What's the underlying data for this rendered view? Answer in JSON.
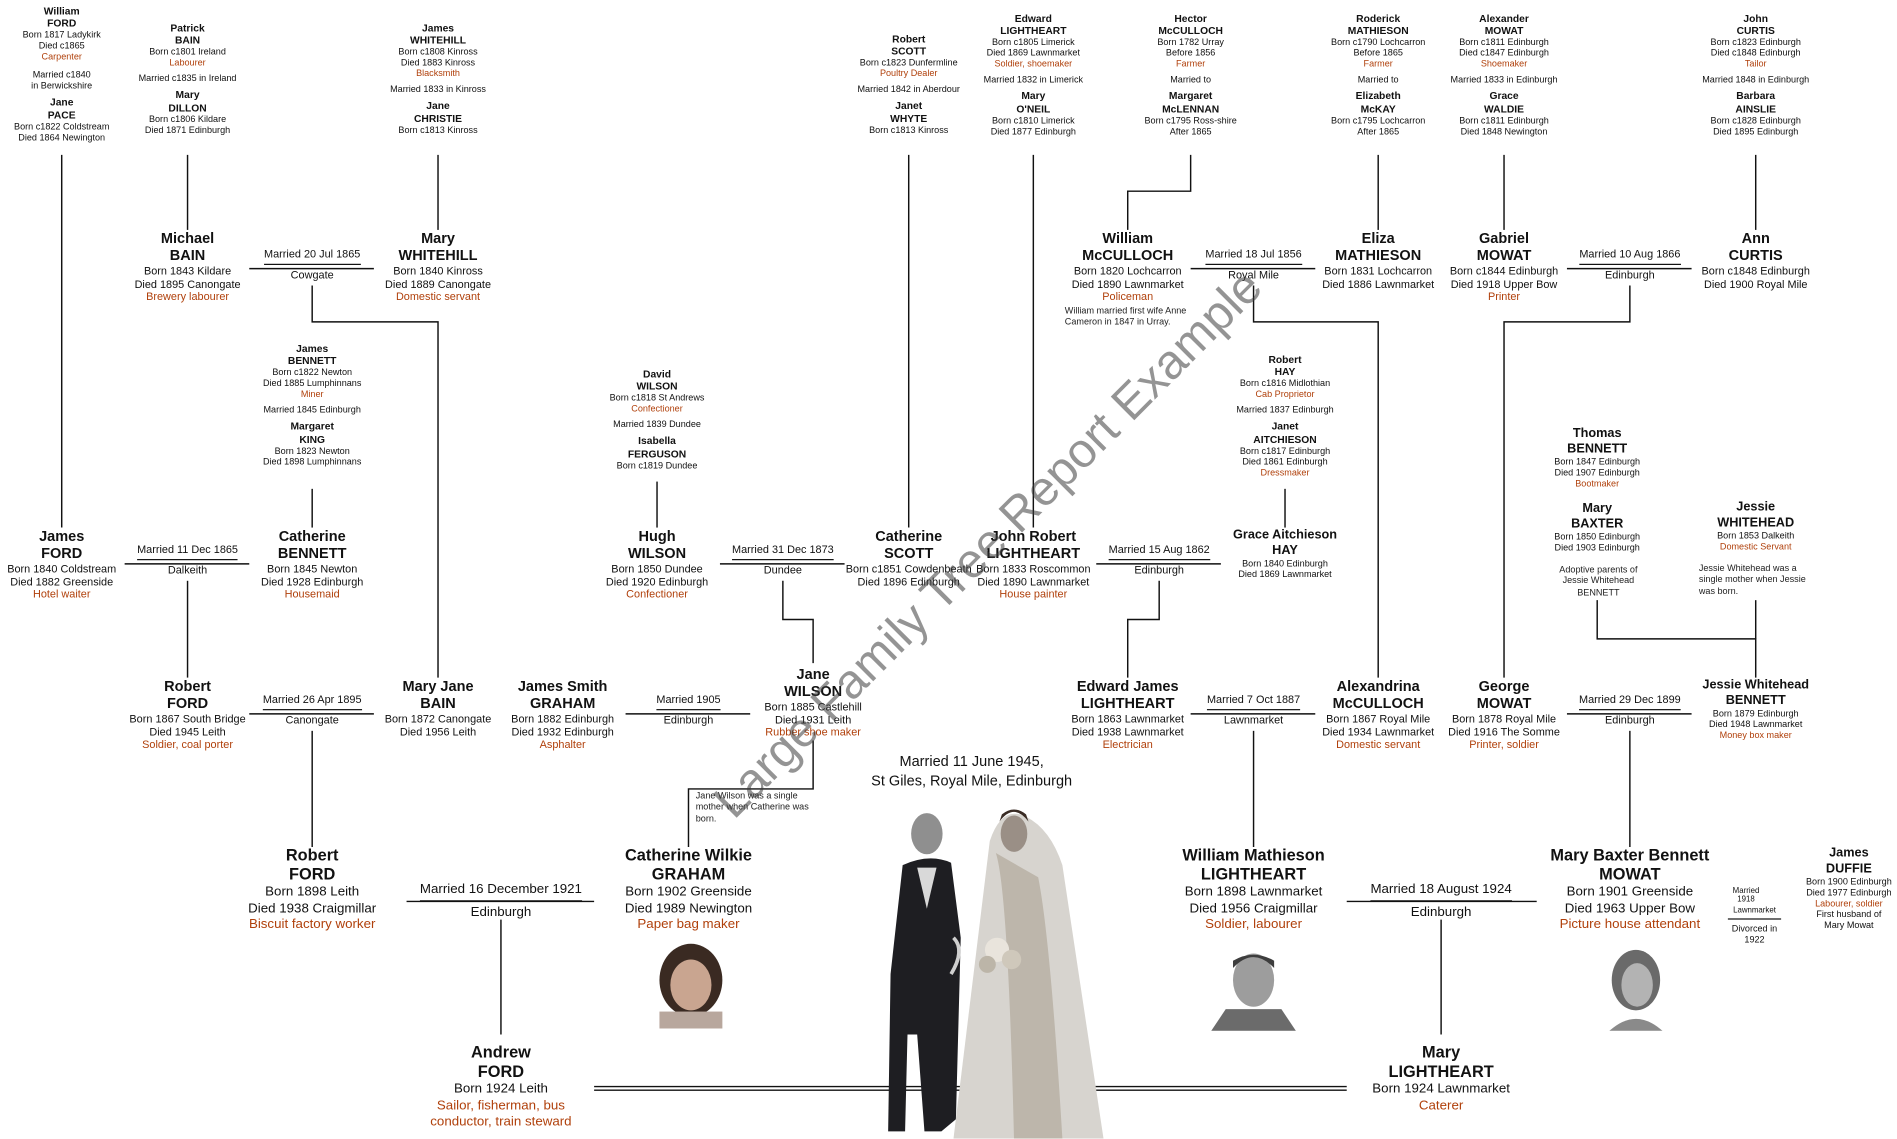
{
  "watermark": "Large Family Tree Report Example",
  "people": {
    "william_ford_sr": {
      "first": "William",
      "surname": "FORD",
      "l1": "Born 1817 Ladykirk",
      "l2": "Died c1865",
      "occ": "Carpenter",
      "marriage": "Married c1840",
      "mplace": "in Berwickshire"
    },
    "jane_pace": {
      "first": "Jane",
      "surname": "PACE",
      "l1": "Born c1822 Coldstream",
      "l2": "Died 1864 Newington"
    },
    "patrick_bain": {
      "first": "Patrick",
      "surname": "BAIN",
      "l1": "Born c1801 Ireland",
      "occ": "Labourer",
      "marriage": "Married c1835 in Ireland"
    },
    "mary_dillon": {
      "first": "Mary",
      "surname": "DILLON",
      "l1": "Born c1806 Kildare",
      "l2": "Died 1871 Edinburgh"
    },
    "james_whitehill": {
      "first": "James",
      "surname": "WHITEHILL",
      "l1": "Born c1808 Kinross",
      "l2": "Died 1883 Kinross",
      "occ": "Blacksmith",
      "marriage": "Married 1833 in Kinross"
    },
    "jane_christie": {
      "first": "Jane",
      "surname": "CHRISTIE",
      "l1": "Born c1813 Kinross"
    },
    "robert_scott": {
      "first": "Robert",
      "surname": "SCOTT",
      "l1": "Born c1823 Dunfermline",
      "occ": "Poultry Dealer",
      "marriage": "Married 1842 in Aberdour"
    },
    "janet_whyte": {
      "first": "Janet",
      "surname": "WHYTE",
      "l1": "Born c1813 Kinross"
    },
    "edward_lightheart": {
      "first": "Edward",
      "surname": "LIGHTHEART",
      "l1": "Born c1805 Limerick",
      "l2": "Died 1869 Lawnmarket",
      "occ": "Soldier, shoemaker",
      "marriage": "Married 1832 in Limerick"
    },
    "mary_oneil": {
      "first": "Mary",
      "surname": "O'NEIL",
      "l1": "Born c1810 Limerick",
      "l2": "Died 1877 Edinburgh"
    },
    "hector_mcculloch": {
      "first": "Hector",
      "surname": "McCULLOCH",
      "l1": "Born 1782 Urray",
      "l2": "Before 1856",
      "occ": "Farmer",
      "marriage": "Married to"
    },
    "margaret_mclennan": {
      "first": "Margaret",
      "surname": "McLENNAN",
      "l1": "Born c1795 Ross-shire",
      "l2": "After 1865"
    },
    "roderick_mathieson": {
      "first": "Roderick",
      "surname": "MATHIESON",
      "l1": "Born c1790 Lochcarron",
      "l2": "Before 1865",
      "occ": "Farmer",
      "marriage": "Married to"
    },
    "elizabeth_mckay": {
      "first": "Elizabeth",
      "surname": "McKAY",
      "l1": "Born c1795 Lochcarron",
      "l2": "After 1865"
    },
    "alexander_mowat": {
      "first": "Alexander",
      "surname": "MOWAT",
      "l1": "Born c1811 Edinburgh",
      "l2": "Died c1847 Edinburgh",
      "occ": "Shoemaker",
      "marriage": "Married 1833 in Edinburgh"
    },
    "grace_waldie": {
      "first": "Grace",
      "surname": "WALDIE",
      "l1": "Born c1811 Edinburgh",
      "l2": "Died 1848 Newington"
    },
    "john_curtis": {
      "first": "John",
      "surname": "CURTIS",
      "l1": "Born c1823 Edinburgh",
      "l2": "Died c1848 Edinburgh",
      "occ": "Tailor",
      "marriage": "Married 1848 in Edinburgh"
    },
    "barbara_ainslie": {
      "first": "Barbara",
      "surname": "AINSLIE",
      "l1": "Born c1828 Edinburgh",
      "l2": "Died 1895 Edinburgh"
    },
    "michael_bain": {
      "first": "Michael",
      "surname": "BAIN",
      "l1": "Born 1843 Kildare",
      "l2": "Died 1895 Canongate",
      "occ": "Brewery labourer"
    },
    "mary_whitehill": {
      "first": "Mary",
      "surname": "WHITEHILL",
      "l1": "Born 1840 Kinross",
      "l2": "Died 1889 Canongate",
      "occ": "Domestic servant"
    },
    "william_mcculloch": {
      "first": "William",
      "surname": "McCULLOCH",
      "l1": "Born 1820 Lochcarron",
      "l2": "Died 1890 Lawnmarket",
      "occ": "Policeman"
    },
    "eliza_mathieson": {
      "first": "Eliza",
      "surname": "MATHIESON",
      "l1": "Born 1831 Lochcarron",
      "l2": "Died 1886 Lawnmarket"
    },
    "gabriel_mowat": {
      "first": "Gabriel",
      "surname": "MOWAT",
      "l1": "Born c1844 Edinburgh",
      "l2": "Died 1918 Upper Bow",
      "occ": "Printer"
    },
    "ann_curtis": {
      "first": "Ann",
      "surname": "CURTIS",
      "l1": "Born c1848 Edinburgh",
      "l2": "Died 1900 Royal Mile"
    },
    "james_bennett": {
      "first": "James",
      "surname": "BENNETT",
      "l1": "Born c1822 Newton",
      "l2": "Died 1885 Lumphinnans",
      "occ": "Miner",
      "marriage": "Married 1845 Edinburgh"
    },
    "margaret_king": {
      "first": "Margaret",
      "surname": "KING",
      "l1": "Born 1823 Newton",
      "l2": "Died 1898 Lumphinnans"
    },
    "david_wilson": {
      "first": "David",
      "surname": "WILSON",
      "l1": "Born c1818 St Andrews",
      "occ": "Confectioner",
      "marriage": "Married 1839 Dundee"
    },
    "isabella_ferguson": {
      "first": "Isabella",
      "surname": "FERGUSON",
      "l1": "Born c1819 Dundee"
    },
    "robert_hay": {
      "first": "Robert",
      "surname": "HAY",
      "l1": "Born c1816 Midlothian",
      "occ": "Cab Proprietor",
      "marriage": "Married 1837 Edinburgh"
    },
    "janet_aitchieson": {
      "first": "Janet",
      "surname": "AITCHIESON",
      "l1": "Born c1817 Edinburgh",
      "l2": "Died 1861 Edinburgh",
      "occ": "Dressmaker"
    },
    "thomas_bennett": {
      "first": "Thomas",
      "surname": "BENNETT",
      "l1": "Born 1847 Edinburgh",
      "l2": "Died 1907 Edinburgh",
      "occ": "Bootmaker"
    },
    "mary_baxter": {
      "first": "Mary",
      "surname": "BAXTER",
      "l1": "Born 1850 Edinburgh",
      "l2": "Died 1903 Edinburgh"
    },
    "jessie_whitehead": {
      "first": "Jessie",
      "surname": "WHITEHEAD",
      "l1": "Born 1853 Dalkeith",
      "occ": "Domestic Servant"
    },
    "james_ford": {
      "first": "James",
      "surname": "FORD",
      "l1": "Born 1840 Coldstream",
      "l2": "Died 1882 Greenside",
      "occ": "Hotel waiter"
    },
    "catherine_bennett": {
      "first": "Catherine",
      "surname": "BENNETT",
      "l1": "Born 1845 Newton",
      "l2": "Died 1928 Edinburgh",
      "occ": "Housemaid"
    },
    "hugh_wilson": {
      "first": "Hugh",
      "surname": "WILSON",
      "l1": "Born 1850 Dundee",
      "l2": "Died 1920 Edinburgh",
      "occ": "Confectioner"
    },
    "catherine_scott": {
      "first": "Catherine",
      "surname": "SCOTT",
      "l1": "Born c1851 Cowdenbeath",
      "l2": "Died 1896 Edinburgh"
    },
    "john_robert_lightheart": {
      "first": "John Robert",
      "surname": "LIGHTHEART",
      "l1": "Born 1833 Roscommon",
      "l2": "Died 1890 Lawnmarket",
      "occ": "House painter"
    },
    "grace_hay": {
      "first": "Grace Aitchieson",
      "surname": "HAY",
      "l1": "Born 1840 Edinburgh",
      "l2": "Died 1869 Lawnmarket"
    },
    "robert_ford_1867": {
      "first": "Robert",
      "surname": "FORD",
      "l1": "Born 1867 South Bridge",
      "l2": "Died 1945 Leith",
      "occ": "Soldier, coal porter"
    },
    "mary_jane_bain": {
      "first": "Mary Jane",
      "surname": "BAIN",
      "l1": "Born 1872 Canongate",
      "l2": "Died 1956 Leith"
    },
    "james_smith_graham": {
      "first": "James Smith",
      "surname": "GRAHAM",
      "l1": "Born 1882 Edinburgh",
      "l2": "Died 1932 Edinburgh",
      "occ": "Asphalter"
    },
    "jane_wilson": {
      "first": "Jane",
      "surname": "WILSON",
      "l1": "Born 1885 Castlehill",
      "l2": "Died 1931 Leith",
      "occ": "Rubber shoe maker"
    },
    "edward_james_lightheart": {
      "first": "Edward James",
      "surname": "LIGHTHEART",
      "l1": "Born 1863 Lawnmarket",
      "l2": "Died 1938 Lawnmarket",
      "occ": "Electrician"
    },
    "alexandrina_mcculloch": {
      "first": "Alexandrina",
      "surname": "McCULLOCH",
      "l1": "Born 1867 Royal Mile",
      "l2": "Died 1934 Lawnmarket",
      "occ": "Domestic servant"
    },
    "george_mowat": {
      "first": "George",
      "surname": "MOWAT",
      "l1": "Born 1878 Royal Mile",
      "l2": "Died 1916 The Somme",
      "occ": "Printer, soldier"
    },
    "jessie_whitehead_bennett": {
      "first": "Jessie Whitehead",
      "surname": "BENNETT",
      "l1": "Born 1879 Edinburgh",
      "l2": "Died 1948 Lawnmarket",
      "occ": "Money box maker"
    },
    "robert_ford_1898": {
      "first": "Robert",
      "surname": "FORD",
      "l1": "Born 1898 Leith",
      "l2": "Died 1938 Craigmillar",
      "occ": "Biscuit factory worker"
    },
    "catherine_wilkie_graham": {
      "first": "Catherine Wilkie",
      "surname": "GRAHAM",
      "l1": "Born 1902 Greenside",
      "l2": "Died 1989 Newington",
      "occ": "Paper bag maker"
    },
    "william_mathieson_lightheart": {
      "first": "William Mathieson",
      "surname": "LIGHTHEART",
      "l1": "Born 1898 Lawnmarket",
      "l2": "Died 1956 Craigmillar",
      "occ": "Soldier, labourer"
    },
    "mary_baxter_bennett_mowat": {
      "first": "Mary Baxter Bennett",
      "surname": "MOWAT",
      "l1": "Born 1901 Greenside",
      "l2": "Died 1963 Upper Bow",
      "occ": "Picture house attendant"
    },
    "james_duffie": {
      "first": "James",
      "surname": "DUFFIE",
      "l1": "Born 1900 Edinburgh",
      "l2": "Died 1977 Edinburgh",
      "occ": "Labourer, soldier",
      "l3": "First husband of",
      "l4": "Mary Mowat"
    },
    "andrew_ford": {
      "first": "Andrew",
      "surname": "FORD",
      "l1": "Born 1924 Leith",
      "occ": "Sailor, fisherman, bus",
      "occ2": "conductor, train steward"
    },
    "mary_lightheart": {
      "first": "Mary",
      "surname": "LIGHTHEART",
      "l1": "Born 1924 Lawnmarket",
      "occ": "Caterer"
    }
  },
  "marriages": {
    "m_bain_whitehill": {
      "date": "Married 20 Jul 1865",
      "place": "Cowgate"
    },
    "m_mcculloch_mathieson": {
      "date": "Married 18 Jul 1856",
      "place": "Royal Mile"
    },
    "m_mowat_curtis": {
      "date": "Married 10 Aug 1866",
      "place": "Edinburgh"
    },
    "m_ford_bennett": {
      "date": "Married 11 Dec 1865",
      "place": "Dalkeith"
    },
    "m_wilson_scott": {
      "date": "Married 31 Dec 1873",
      "place": "Dundee"
    },
    "m_lightheart_hay": {
      "date": "Married 15 Aug 1862",
      "place": "Edinburgh"
    },
    "m_ford_bain": {
      "date": "Married 26 Apr 1895",
      "place": "Canongate"
    },
    "m_graham_wilson": {
      "date": "Married 1905",
      "place": "Edinburgh"
    },
    "m_lightheart_mcculloch": {
      "date": "Married 7 Oct 1887",
      "place": "Lawnmarket"
    },
    "m_mowat_bennett": {
      "date": "Married 29 Dec 1899",
      "place": "Edinburgh"
    },
    "m_ford_graham": {
      "date": "Married 16 December 1921",
      "place": "Edinburgh"
    },
    "m_lightheart_mowat": {
      "date": "Married 18 August 1924",
      "place": "Edinburgh"
    },
    "m_duffie": {
      "date": "Married 1918",
      "place": "Lawnmarket",
      "note": "Divorced in 1922"
    }
  },
  "notes": {
    "william_first_wife": "William married first wife Anne Cameron in 1847 in Urray.",
    "adoptive_parents": "Adoptive parents of Jessie Whitehead BENNETT",
    "jessie_single": "Jessie Whitehead was a single mother when Jessie was born.",
    "jane_single": "Jane Wilson was a single mother when Catherine was born."
  },
  "center_caption": {
    "line1": "Married 11 June 1945,",
    "line2": "St Giles, Royal Mile, Edinburgh"
  }
}
